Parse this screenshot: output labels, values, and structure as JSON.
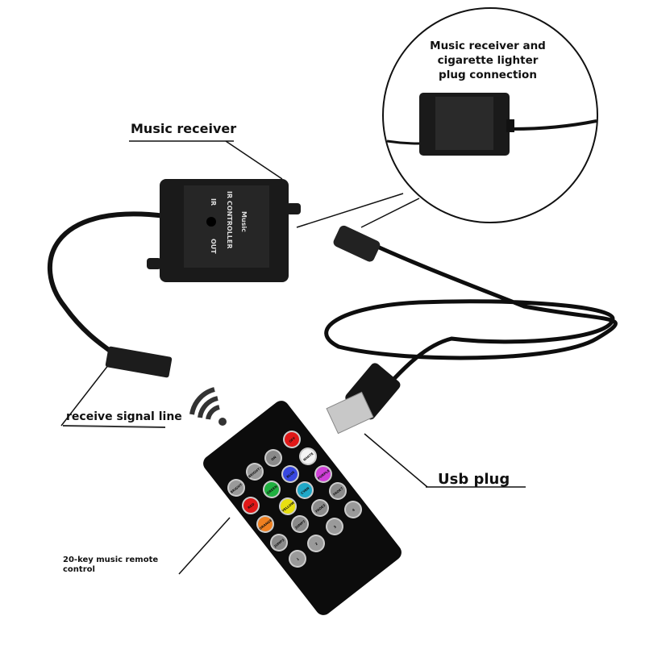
{
  "labels": {
    "music_receiver": "Music receiver",
    "connection_line1": "Music receiver and",
    "connection_line2": "cigarette lighter",
    "connection_line3": "plug connection",
    "receive_signal": "receive signal line",
    "usb_plug": "Usb plug",
    "remote_line1": "20-key music remote",
    "remote_line2": "control"
  },
  "receiver_print": {
    "title": "IR CONTROLLER",
    "out": "OUT",
    "ir": "IR",
    "brand": "Music"
  },
  "remote_buttons": [
    {
      "label": "OFF",
      "color": "#e01818"
    },
    {
      "label": "ON",
      "color": "#8a8a8a"
    },
    {
      "label": "WHITE",
      "color": "#f4f4f4"
    },
    {
      "label": "BRIGHT+",
      "color": "#9a9a9a"
    },
    {
      "label": "BLUE",
      "color": "#3848e0"
    },
    {
      "label": "PURPLE",
      "color": "#d040d8"
    },
    {
      "label": "BRIGHT-",
      "color": "#9a9a9a"
    },
    {
      "label": "GREEN",
      "color": "#20b040"
    },
    {
      "label": "CYAN",
      "color": "#20a8c8"
    },
    {
      "label": "FADE7",
      "color": "#8a8a8a"
    },
    {
      "label": "RED",
      "color": "#e01818"
    },
    {
      "label": "YELLOW",
      "color": "#e8e010"
    },
    {
      "label": "FADE3",
      "color": "#8a8a8a"
    },
    {
      "label": "4",
      "color": "#9a9a9a"
    },
    {
      "label": "ORANGE",
      "color": "#f08020"
    },
    {
      "label": "JUMP7",
      "color": "#8a8a8a"
    },
    {
      "label": "3",
      "color": "#9a9a9a"
    },
    {
      "label": "JUMP3",
      "color": "#8a8a8a"
    },
    {
      "label": "2",
      "color": "#9a9a9a"
    },
    {
      "label": "1",
      "color": "#9a9a9a"
    }
  ]
}
